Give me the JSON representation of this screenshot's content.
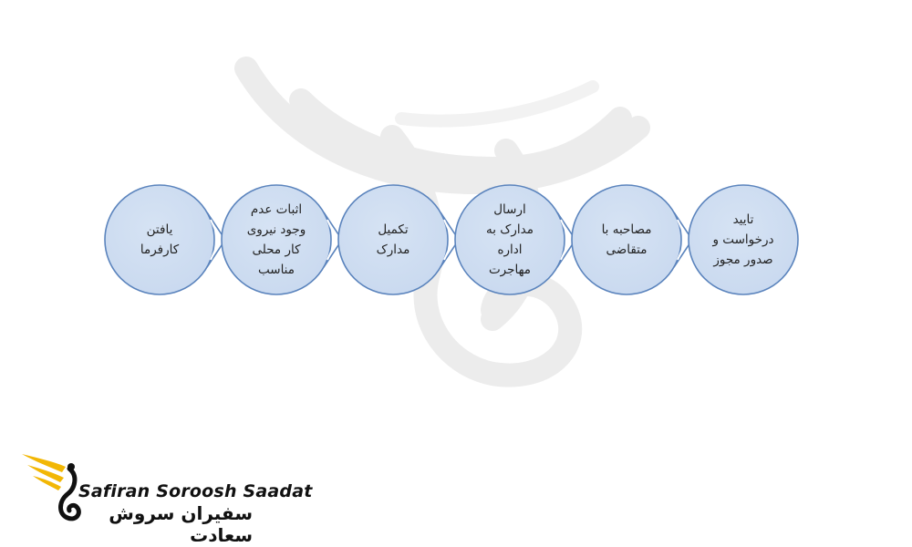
{
  "steps": [
    {
      "id": "s1",
      "lines": [
        "یافتن",
        "کارفرما"
      ]
    },
    {
      "id": "s2",
      "lines": [
        "اثبات عدم",
        "وجود نیروی",
        "کار محلی",
        "مناسب"
      ]
    },
    {
      "id": "s3",
      "lines": [
        "تکمیل",
        "مدارک"
      ]
    },
    {
      "id": "s4",
      "lines": [
        "ارسال",
        "مدارک به",
        "اداره",
        "مهاجرت"
      ]
    },
    {
      "id": "s5",
      "lines": [
        "مصاحبه با",
        "متقاضی"
      ]
    },
    {
      "id": "s6",
      "lines": [
        "تایید",
        "درخواست و",
        "صدور مجوز"
      ]
    }
  ],
  "logo": {
    "text_en": "Safiran Soroosh Saadat",
    "text_fa": "سفیران سروش سعادت"
  },
  "colors": {
    "circle_fill": "#c9d9ef",
    "circle_border": "#5b84bd",
    "arrow": "#5b84bd",
    "logo_gold": "#f2b705",
    "watermark": "#e6e6e6"
  }
}
